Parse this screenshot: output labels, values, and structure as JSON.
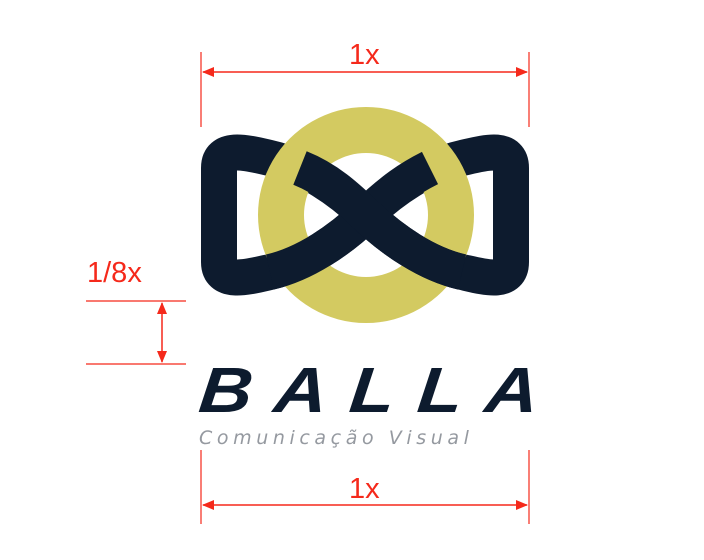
{
  "brand": {
    "name": "BALLA",
    "tagline": "Comunicação Visual",
    "colors": {
      "navy": "#0d1b2e",
      "gold": "#d3ca61",
      "tagline_gray": "#8a8f96",
      "guide_red": "#f5291b",
      "background": "#ffffff"
    }
  },
  "guides": {
    "top_width_label": "1x",
    "bottom_width_label": "1x",
    "spacing_label": "1/8x"
  }
}
